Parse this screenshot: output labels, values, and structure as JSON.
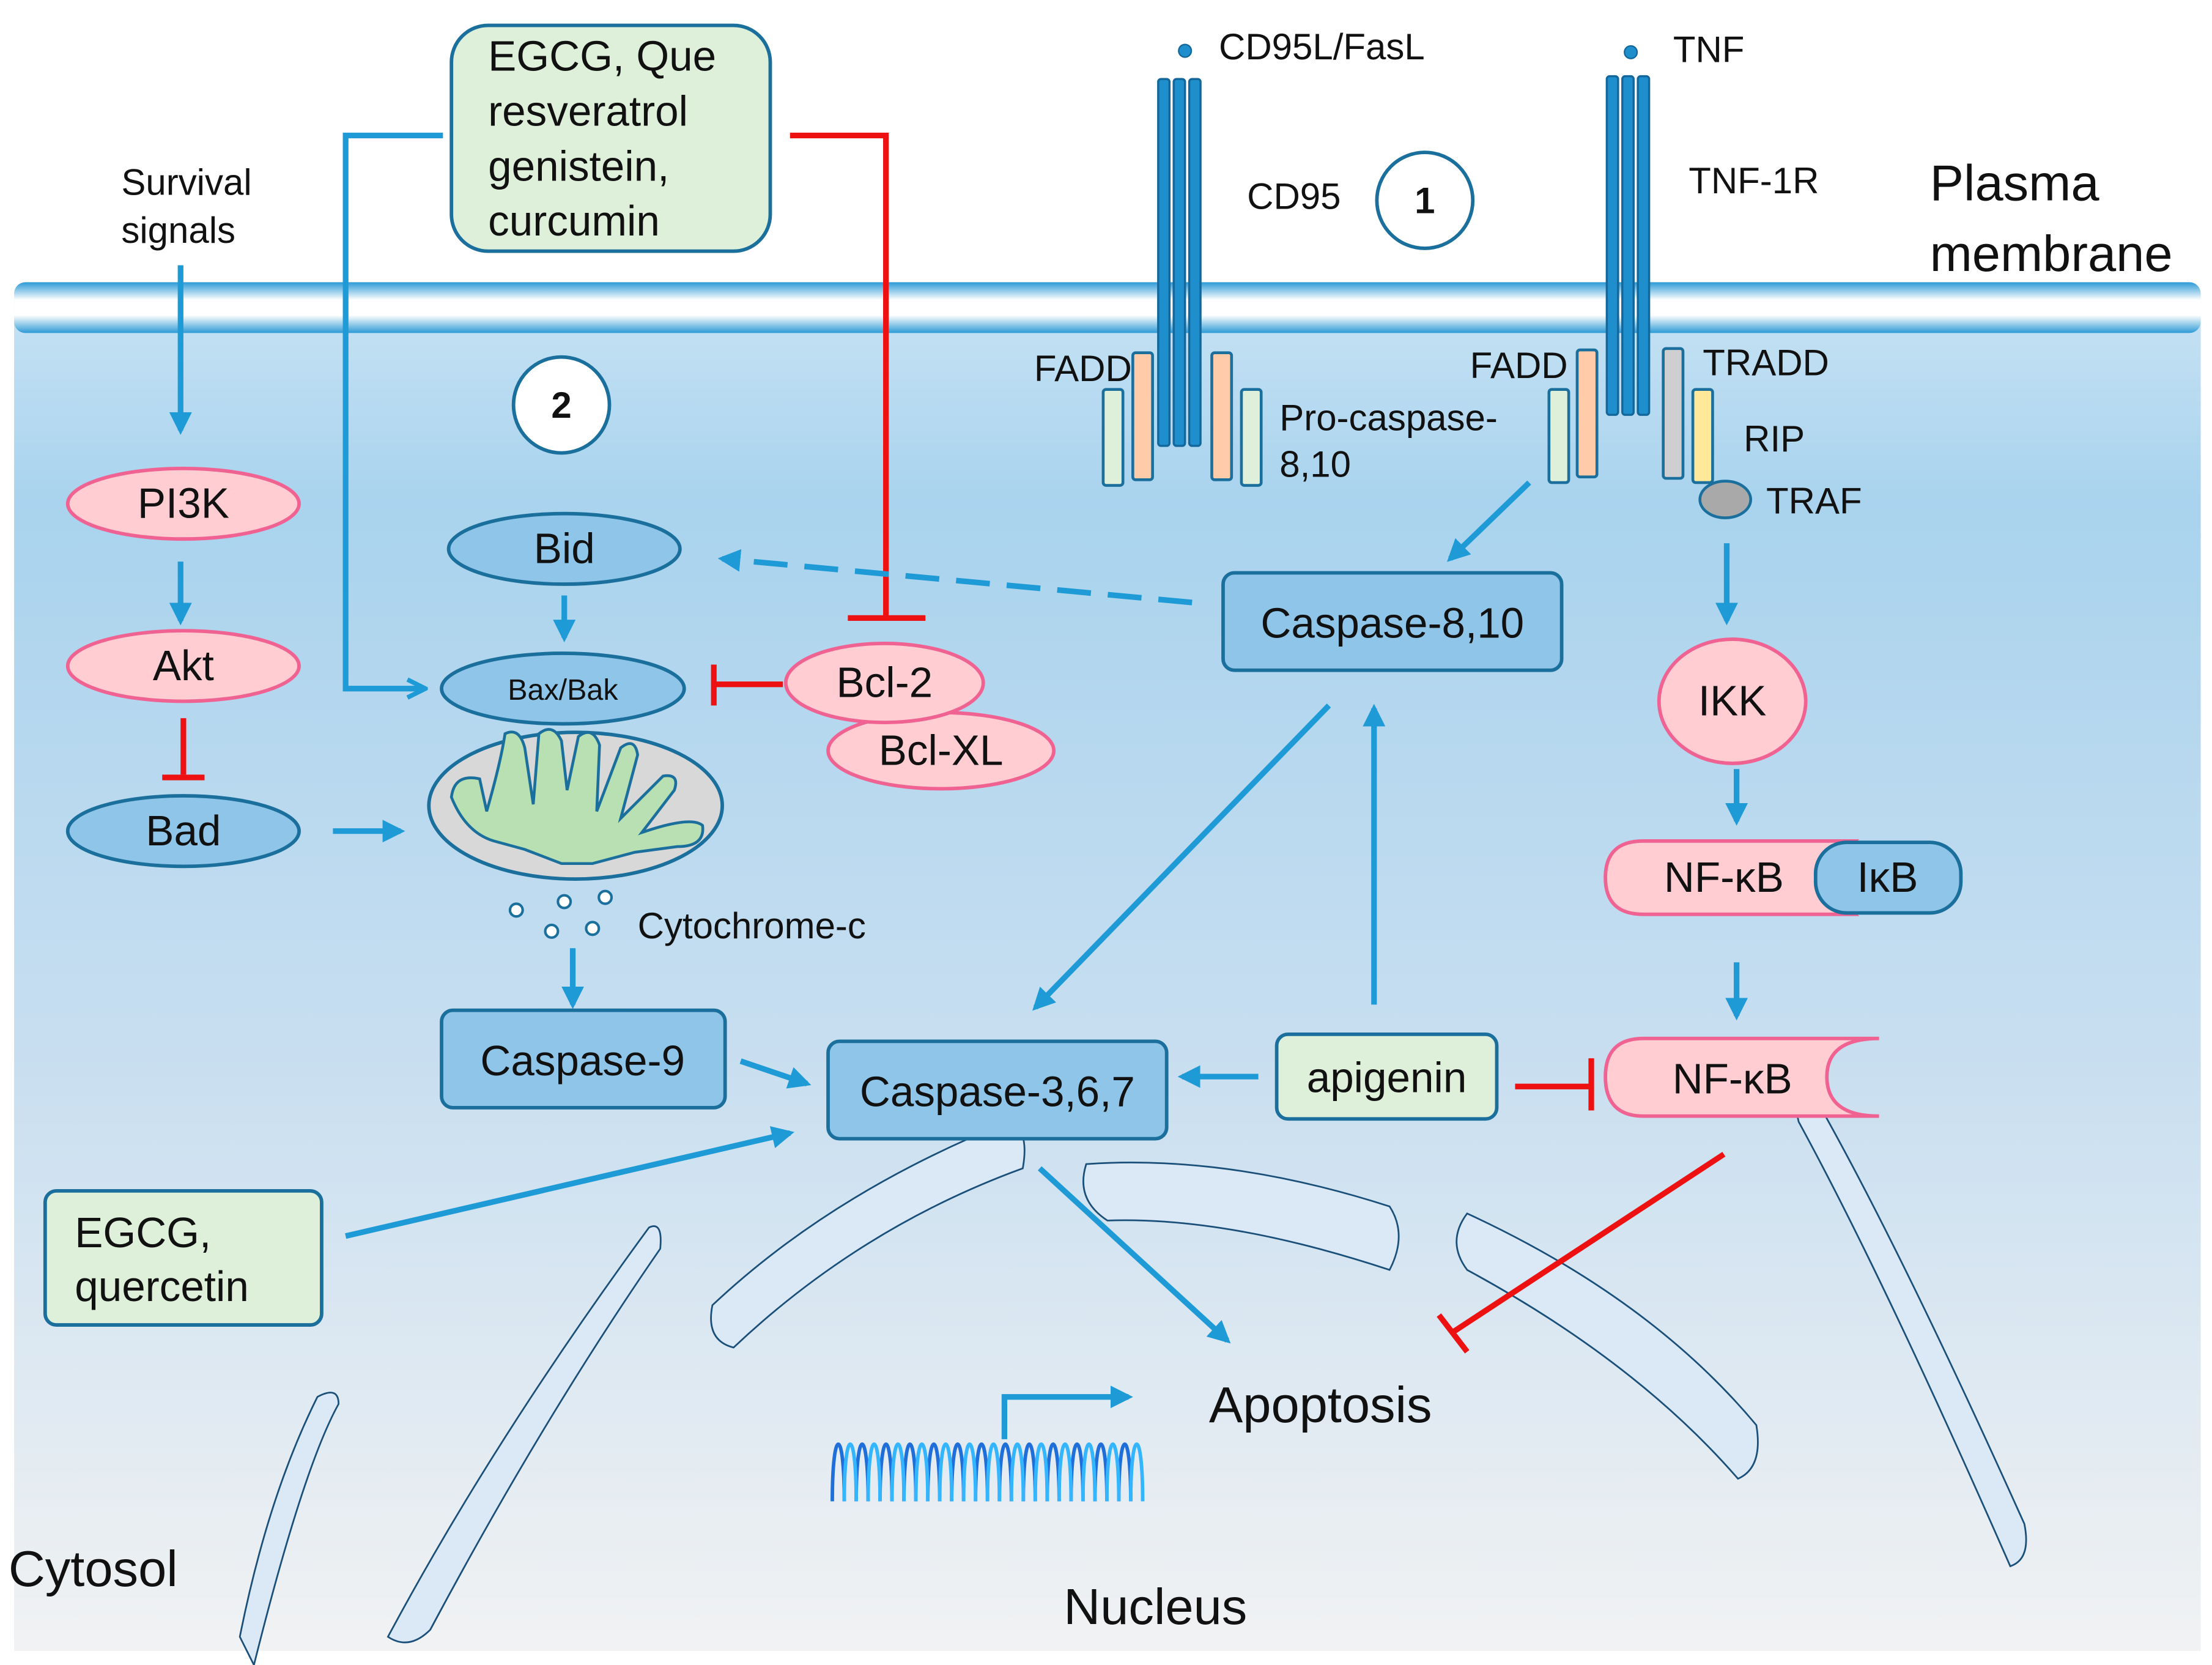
{
  "labels": {
    "survival_signals": [
      "Survival",
      "signals"
    ],
    "plasma_membrane": [
      "Plasma",
      "membrane"
    ],
    "cytosol": "Cytosol",
    "nucleus": "Nucleus",
    "apoptosis": "Apoptosis",
    "cytochrome_c": "Cytochrome-c",
    "pathway_1": "1",
    "pathway_2": "2"
  },
  "receptors": {
    "cd95_ligand": "CD95L/FasL",
    "cd95": "CD95",
    "tnf_ligand": "TNF",
    "tnf_receptor": "TNF-1R",
    "fadd_left": "FADD",
    "fadd_right": "FADD",
    "procaspase": [
      "Pro-caspase-",
      "8,10"
    ],
    "tradd": "TRADD",
    "rip": "RIP",
    "traf": "TRAF"
  },
  "nodes": {
    "pi3k": "PI3K",
    "akt": "Akt",
    "bad": "Bad",
    "bid": "Bid",
    "bax_bak": "Bax/Bak",
    "bcl2": "Bcl-2",
    "bclxl": "Bcl-XL",
    "caspase_8_10": "Caspase-8,10",
    "caspase_9": "Caspase-9",
    "caspase_3_6_7": "Caspase-3,6,7",
    "ikk": "IKK",
    "nfkb_complex": "NF-κB",
    "ikb": "IκB",
    "nfkb_free": "NF-κB"
  },
  "compounds": {
    "top_box": [
      "EGCG, Que",
      "resveratrol",
      "genistein,",
      "curcumin"
    ],
    "bottom_left_box": [
      "EGCG,",
      "quercetin"
    ],
    "apigenin": "apigenin"
  },
  "colors": {
    "activation_arrow": "#1e9ad6",
    "inhibition": "#ee1111",
    "cytosol_top": "#a9d3ee",
    "cytosol_bottom": "#f1f2f3",
    "protein_blue": "#8ec5e8",
    "protein_pink": "#ffcdd2",
    "compound_green": "#deefda"
  }
}
